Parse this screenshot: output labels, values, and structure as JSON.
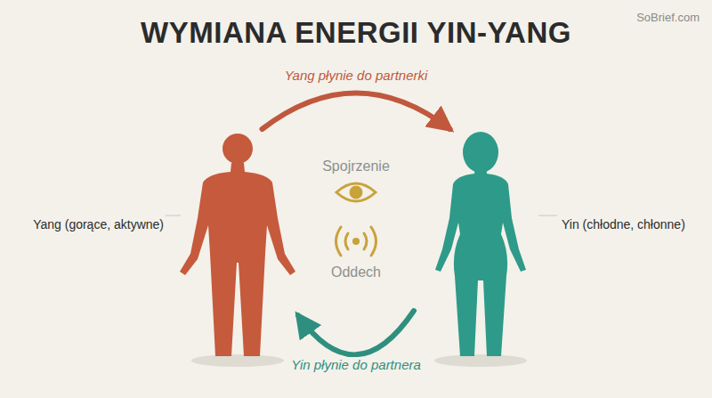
{
  "diagram": {
    "title": "WYMIANA ENERGII YIN-YANG",
    "nodes": [
      {
        "text": [
          "Yang (gorące, aktywne)"
        ]
      },
      {
        "text": [
          "Yin (chłodne, chłonne)"
        ]
      }
    ],
    "edges": [
      {
        "from": 0,
        "to": 1,
        "arrow": "to",
        "label": "Yang płynie do partnerki"
      },
      {
        "from": 1,
        "to": 0,
        "arrow": "to",
        "label": "Yin płynie do partnera"
      }
    ],
    "labels": [
      "Spojrzenie",
      "Oddech",
      "SoBrief.com"
    ]
  }
}
